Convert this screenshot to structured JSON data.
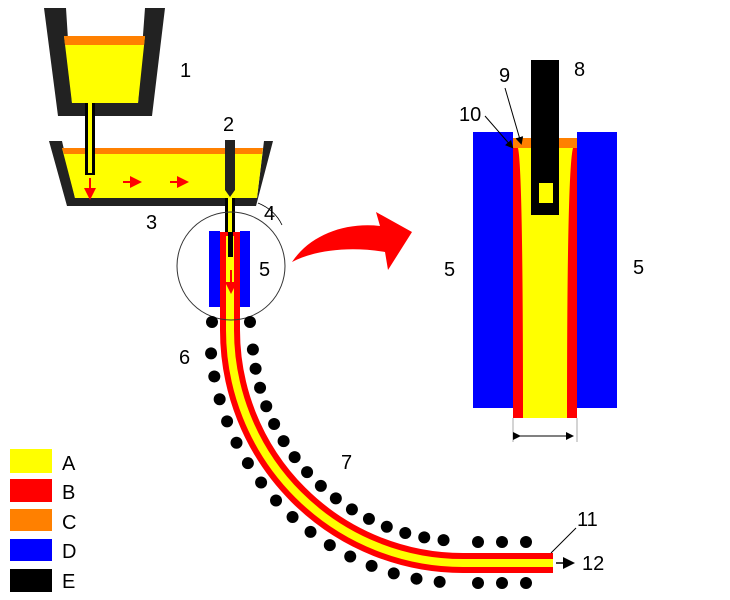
{
  "title": "Continuous casting process diagram",
  "colors": {
    "yellow": "#ffff00",
    "red": "#ff0000",
    "orange": "#ff8000",
    "blue": "#0000ff",
    "black": "#000000",
    "wall": "#222222"
  },
  "labels": {
    "l1": "1",
    "l2": "2",
    "l3": "3",
    "l4": "4",
    "l5a": "5",
    "l6": "6",
    "l7": "7",
    "l8": "8",
    "l9": "9",
    "l10": "10",
    "l5b": "5",
    "l5c": "5",
    "l11": "11",
    "l12": "12"
  },
  "legend": [
    {
      "key": "A",
      "color": "#ffff00"
    },
    {
      "key": "B",
      "color": "#ff0000"
    },
    {
      "key": "C",
      "color": "#ff8000"
    },
    {
      "key": "D",
      "color": "#0000ff"
    },
    {
      "key": "E",
      "color": "#000000"
    }
  ]
}
